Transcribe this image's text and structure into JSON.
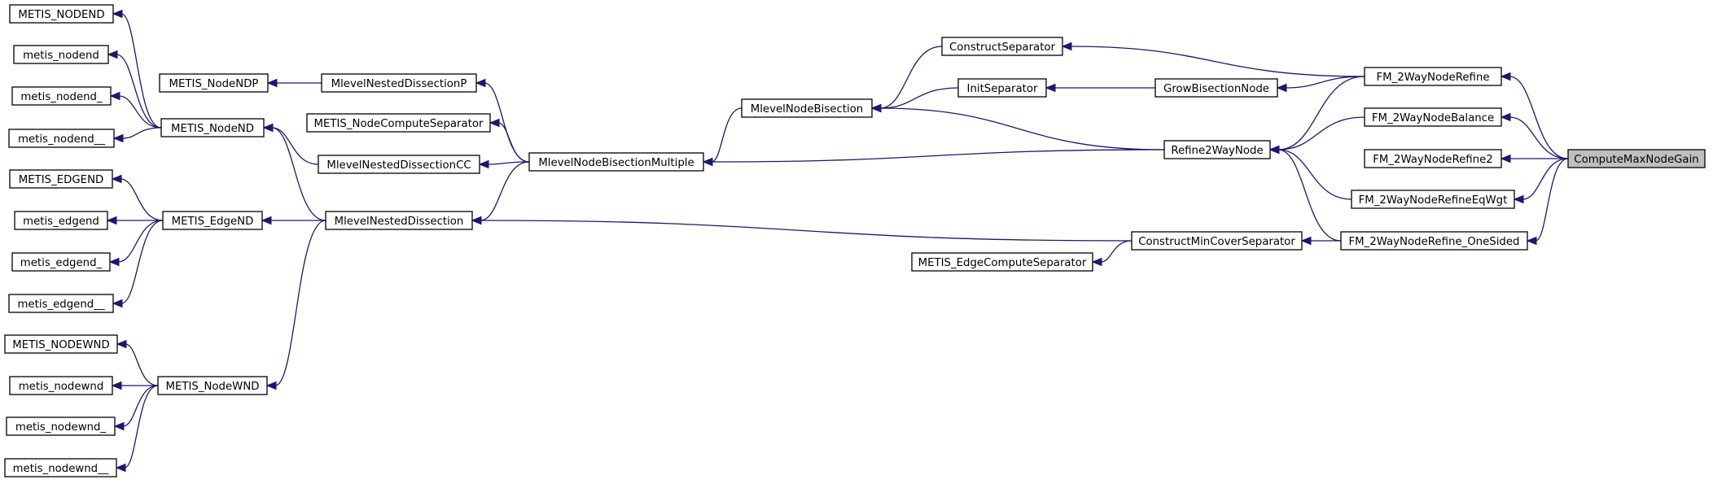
{
  "nodes": {
    "compute_max_node_gain": "ComputeMaxNodeGain",
    "fm_2way_node_refine": "FM_2WayNodeRefine",
    "fm_2way_node_balance": "FM_2WayNodeBalance",
    "fm_2way_node_refine2": "FM_2WayNodeRefine2",
    "fm_2way_node_refine_eqwgt": "FM_2WayNodeRefineEqWgt",
    "fm_2way_node_refine_onesided": "FM_2WayNodeRefine_OneSided",
    "construct_separator": "ConstructSeparator",
    "init_separator": "InitSeparator",
    "grow_bisection_node": "GrowBisectionNode",
    "refine_2way_node": "Refine2WayNode",
    "construct_min_cover_separator": "ConstructMinCoverSeparator",
    "metis_edge_compute_separator": "METIS_EdgeComputeSeparator",
    "mlevel_node_bisection": "MlevelNodeBisection",
    "mlevel_node_bisection_multiple": "MlevelNodeBisectionMultiple",
    "mlevel_nested_dissection_p": "MlevelNestedDissectionP",
    "metis_node_compute_separator": "METIS_NodeComputeSeparator",
    "mlevel_nested_dissection_cc": "MlevelNestedDissectionCC",
    "mlevel_nested_dissection": "MlevelNestedDissection",
    "metis_node_ndp": "METIS_NodeNDP",
    "metis_node_nd": "METIS_NodeND",
    "metis_edge_nd": "METIS_EdgeND",
    "metis_node_wnd": "METIS_NodeWND",
    "METIS_NODEND": "METIS_NODEND",
    "metis_nodend": "metis_nodend",
    "metis_nodend_": "metis_nodend_",
    "metis_nodend__": "metis_nodend__",
    "METIS_EDGEND": "METIS_EDGEND",
    "metis_edgend": "metis_edgend",
    "metis_edgend_": "metis_edgend_",
    "metis_edgend__": "metis_edgend__",
    "METIS_NODEWND": "METIS_NODEWND",
    "metis_nodewnd": "metis_nodewnd",
    "metis_nodewnd_": "metis_nodewnd_",
    "metis_nodewnd__": "metis_nodewnd__"
  },
  "highlighted_node": "compute_max_node_gain",
  "edges": [
    [
      "fm_2way_node_refine",
      "compute_max_node_gain"
    ],
    [
      "fm_2way_node_balance",
      "compute_max_node_gain"
    ],
    [
      "fm_2way_node_refine2",
      "compute_max_node_gain"
    ],
    [
      "fm_2way_node_refine_eqwgt",
      "compute_max_node_gain"
    ],
    [
      "fm_2way_node_refine_onesided",
      "compute_max_node_gain"
    ],
    [
      "construct_separator",
      "fm_2way_node_refine"
    ],
    [
      "grow_bisection_node",
      "fm_2way_node_refine"
    ],
    [
      "refine_2way_node",
      "fm_2way_node_refine"
    ],
    [
      "refine_2way_node",
      "fm_2way_node_balance"
    ],
    [
      "refine_2way_node",
      "fm_2way_node_refine_eqwgt"
    ],
    [
      "refine_2way_node",
      "fm_2way_node_refine_onesided"
    ],
    [
      "construct_min_cover_separator",
      "fm_2way_node_refine_onesided"
    ],
    [
      "init_separator",
      "grow_bisection_node"
    ],
    [
      "mlevel_node_bisection",
      "construct_separator"
    ],
    [
      "mlevel_node_bisection",
      "init_separator"
    ],
    [
      "mlevel_node_bisection",
      "refine_2way_node"
    ],
    [
      "mlevel_node_bisection_multiple",
      "refine_2way_node"
    ],
    [
      "mlevel_node_bisection_multiple",
      "mlevel_node_bisection"
    ],
    [
      "mlevel_nested_dissection",
      "construct_min_cover_separator"
    ],
    [
      "metis_edge_compute_separator",
      "construct_min_cover_separator"
    ],
    [
      "mlevel_nested_dissection_p",
      "mlevel_node_bisection_multiple"
    ],
    [
      "metis_node_compute_separator",
      "mlevel_node_bisection_multiple"
    ],
    [
      "mlevel_nested_dissection_cc",
      "mlevel_node_bisection_multiple"
    ],
    [
      "mlevel_nested_dissection",
      "mlevel_node_bisection_multiple"
    ],
    [
      "metis_node_ndp",
      "mlevel_nested_dissection_p"
    ],
    [
      "metis_node_nd",
      "mlevel_nested_dissection_cc"
    ],
    [
      "metis_node_nd",
      "mlevel_nested_dissection"
    ],
    [
      "metis_edge_nd",
      "mlevel_nested_dissection"
    ],
    [
      "metis_node_wnd",
      "mlevel_nested_dissection"
    ],
    [
      "METIS_NODEND",
      "metis_node_nd"
    ],
    [
      "metis_nodend",
      "metis_node_nd"
    ],
    [
      "metis_nodend_",
      "metis_node_nd"
    ],
    [
      "metis_nodend__",
      "metis_node_nd"
    ],
    [
      "METIS_EDGEND",
      "metis_edge_nd"
    ],
    [
      "metis_edgend",
      "metis_edge_nd"
    ],
    [
      "metis_edgend_",
      "metis_edge_nd"
    ],
    [
      "metis_edgend__",
      "metis_edge_nd"
    ],
    [
      "METIS_NODEWND",
      "metis_node_wnd"
    ],
    [
      "metis_nodewnd",
      "metis_node_wnd"
    ],
    [
      "metis_nodewnd_",
      "metis_node_wnd"
    ],
    [
      "metis_nodewnd__",
      "metis_node_wnd"
    ]
  ],
  "colors": {
    "edge": "#191970",
    "highlight_fill": "#bfbfbf",
    "node_border": "#000000",
    "node_fill": "#ffffff"
  }
}
